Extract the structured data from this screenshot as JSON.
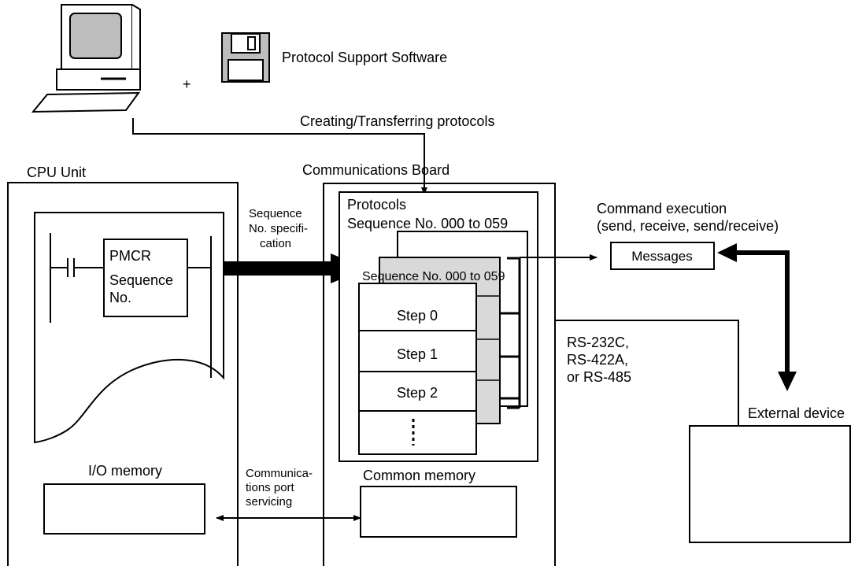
{
  "computer": {
    "plus": "+"
  },
  "software": {
    "label": "Protocol Support Software"
  },
  "transfer": {
    "label": "Creating/Transferring protocols"
  },
  "cpu_unit": {
    "title": "CPU Unit",
    "pmcr_lines": [
      "PMCR",
      "Sequence",
      "No."
    ],
    "io_memory_label": "I/O memory"
  },
  "sequence_spec": {
    "lines": [
      "Sequence",
      "No. specifi-",
      "cation"
    ]
  },
  "comm_board": {
    "title": "Communications Board",
    "protocols_lines": [
      "Protocols",
      "Sequence No. 000 to 059"
    ],
    "seq_card_label": "Sequence No. 000 to 059",
    "steps": [
      "Step 0",
      "Step 1",
      "Step 2"
    ],
    "common_memory_label": "Common memory"
  },
  "port_servicing": {
    "lines": [
      "Communica-",
      "tions port",
      "servicing"
    ]
  },
  "command_execution": {
    "lines": [
      "Command execution",
      "(send, receive, send/receive)"
    ]
  },
  "messages": {
    "label": "Messages"
  },
  "rs_link": {
    "lines": [
      "RS-232C,",
      "RS-422A,",
      "or RS-485"
    ]
  },
  "external_device": {
    "label": "External device"
  }
}
